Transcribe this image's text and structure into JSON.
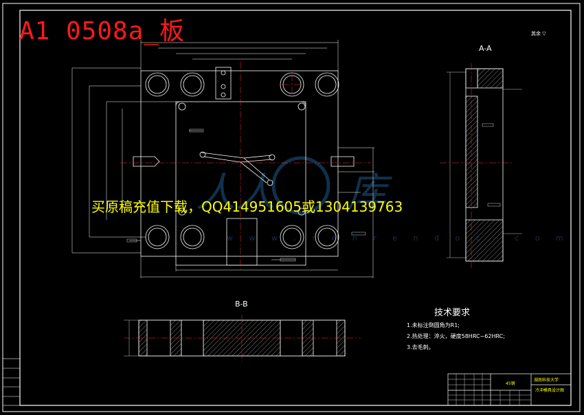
{
  "overlay": {
    "title": "A1 0508a_板",
    "ad_text": "买原稿充值下载，QQ414951605或1304139763",
    "title_color": "#ff1a1a",
    "ad_color": "#ffff00"
  },
  "views": {
    "section_aa": "A-A",
    "section_bb": "B-B",
    "roughness_note": "其余 ▽"
  },
  "technical_requirements": {
    "heading": "技术要求",
    "items": [
      "1.未标注倒圆角为R1;",
      "2.热处理：淬火，硬度58HRC~62HRC;",
      "3.去毛刺。"
    ]
  },
  "title_block": {
    "school": "湖南科技大学",
    "drawing_name": "冷冲模具设计图",
    "material": "45钢"
  },
  "colors": {
    "background": "#000000",
    "lines": "#ffffff",
    "dimensions": "#ffffff",
    "centerlines": "#ff3030",
    "hatch": "#ffffff",
    "title_block_text": "#ffff00",
    "watermark": "#1e5a8c"
  }
}
